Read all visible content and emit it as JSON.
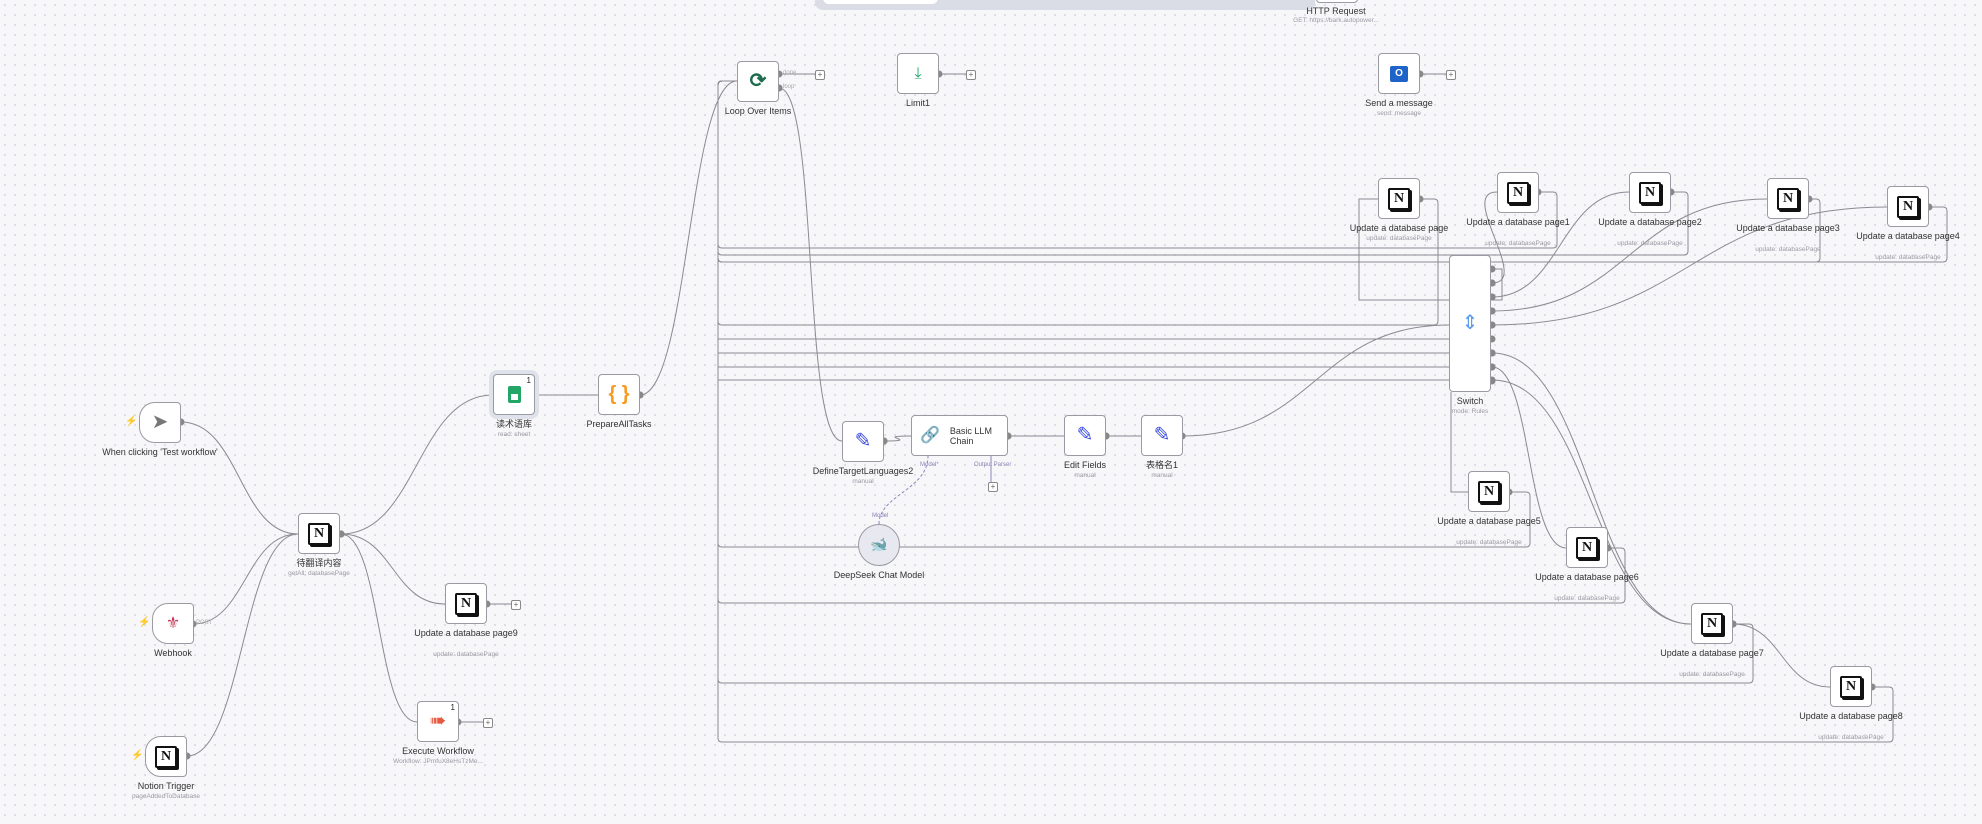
{
  "top_bar": {
    "http_request": {
      "label": "HTTP Request",
      "subtitle": "GET: https://bark.autopower..."
    }
  },
  "nodes": {
    "manual_trigger": {
      "label": "When clicking 'Test workflow'",
      "subtitle": "",
      "icon": "cursor-icon"
    },
    "webhook": {
      "label": "Webhook",
      "subtitle": "",
      "icon": "webhook-icon",
      "port": "POST"
    },
    "notion_trigger": {
      "label": "Notion Trigger",
      "subtitle": "pageAddedToDatabase",
      "icon": "notion-icon"
    },
    "pending": {
      "label": "待翻译内容",
      "subtitle": "getAll: databasePage",
      "icon": "notion-icon"
    },
    "glossary": {
      "label": "读术语库",
      "subtitle": "read: sheet",
      "icon": "sheets-icon",
      "badge": "1"
    },
    "prepare": {
      "label": "PrepareAllTasks",
      "subtitle": "",
      "icon": "code-icon"
    },
    "page9": {
      "label": "Update a database page9",
      "subtitle": "update: databasePage",
      "icon": "notion-icon"
    },
    "exec": {
      "label": "Execute Workflow",
      "subtitle": "Workflow: JPmfuX8eHsTzMe...",
      "icon": "execute-workflow-icon",
      "badge": "1"
    },
    "loop": {
      "label": "Loop Over Items",
      "subtitle": "",
      "icon": "loop-icon",
      "port_done": "done",
      "port_loop": "loop"
    },
    "limit": {
      "label": "Limit1",
      "subtitle": "",
      "icon": "limit-icon"
    },
    "send": {
      "label": "Send a message",
      "subtitle": "send: message",
      "icon": "outlook-icon"
    },
    "define": {
      "label": "DefineTargetLanguages2",
      "subtitle": "manual",
      "icon": "pencil-icon"
    },
    "llm": {
      "label": "Basic LLM Chain",
      "subtitle": "",
      "icon": "chain-icon",
      "port_model": "Model*",
      "port_parser": "Output Parser"
    },
    "deepseek": {
      "label": "DeepSeek Chat Model",
      "subtitle": "",
      "icon": "deepseek-icon",
      "port_model": "Model"
    },
    "edit": {
      "label": "Edit Fields",
      "subtitle": "manual",
      "icon": "pencil-icon"
    },
    "table": {
      "label": "表格名1",
      "subtitle": "manual",
      "icon": "pencil-icon"
    },
    "switch": {
      "label": "Switch",
      "subtitle": "mode: Rules",
      "icon": "switch-icon"
    },
    "page": {
      "label": "Update a database page",
      "subtitle": "update: databasePage",
      "icon": "notion-icon"
    },
    "page1": {
      "label": "Update a database page1",
      "subtitle": "update: databasePage",
      "icon": "notion-icon"
    },
    "page2": {
      "label": "Update a database page2",
      "subtitle": "update: databasePage",
      "icon": "notion-icon"
    },
    "page3": {
      "label": "Update a database page3",
      "subtitle": "update: databasePage",
      "icon": "notion-icon"
    },
    "page4": {
      "label": "Update a database page4",
      "subtitle": "update: databasePage",
      "icon": "notion-icon"
    },
    "page5": {
      "label": "Update a database page5",
      "subtitle": "update: databasePage",
      "icon": "notion-icon"
    },
    "page6": {
      "label": "Update a database page6",
      "subtitle": "update: databasePage",
      "icon": "notion-icon"
    },
    "page7": {
      "label": "Update a database page7",
      "subtitle": "update: databasePage",
      "icon": "notion-icon"
    },
    "page8": {
      "label": "Update a database page8",
      "subtitle": "update: databasePage",
      "icon": "notion-icon"
    }
  },
  "colors": {
    "edge": "#8a8a92",
    "accent_pencil": "#3b4de0",
    "trigger_bolt": "#ff6b5a",
    "sheets": "#22a565",
    "code": "#f59a23",
    "loop": "#1f6b4e",
    "exec": "#e8573f",
    "outlook": "#1e64c8",
    "switch": "#5b9bf0",
    "ai_port": "#8a86b8"
  }
}
